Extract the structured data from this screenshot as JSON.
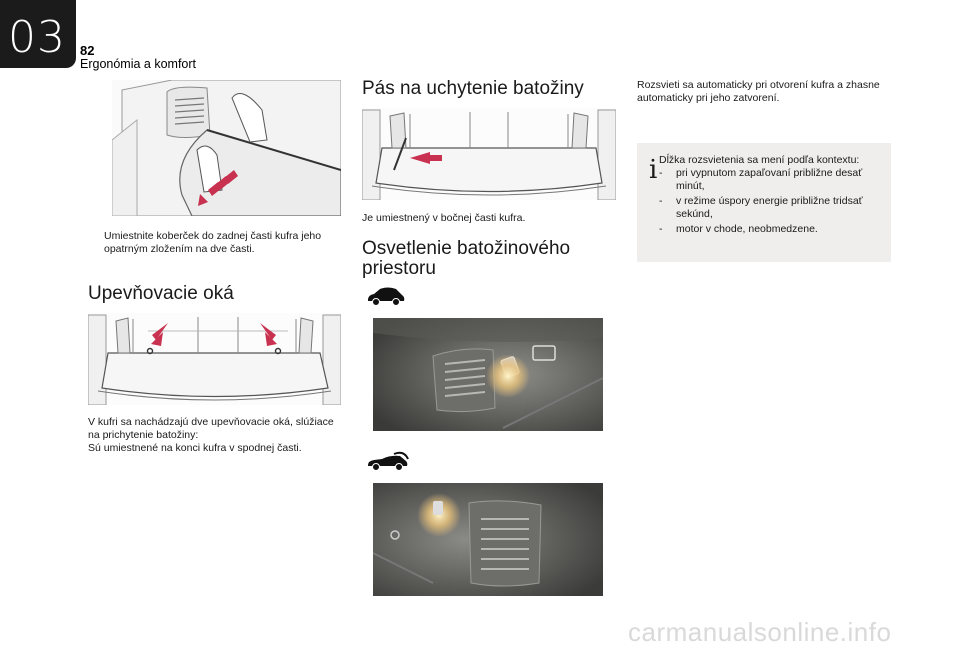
{
  "header": {
    "chapter_number": "03",
    "page_number": "82",
    "chapter_title": "Ergonómia a komfort"
  },
  "col1": {
    "step_text": "Umiestnite koberček do zadnej časti kufra jeho opatrným zložením na dve časti.",
    "section_heading": "Upevňovacie oká",
    "paragraph_1": "V kufri sa nachádzajú dve upevňovacie oká, slúžiace na prichytenie batožiny:",
    "paragraph_2": "Sú umiestnené na konci kufra v spodnej časti."
  },
  "col2": {
    "strap_heading": "Pás na uchytenie batožiny",
    "strap_text": "Je umiestnený v bočnej časti kufra.",
    "lighting_heading_line1": "Osvetlenie batožinového",
    "lighting_heading_line2": "priestoru"
  },
  "col3": {
    "intro": "Rozsvieti sa automaticky pri otvorení kufra a zhasne automaticky pri jeho zatvorení.",
    "info": {
      "heading": "Dĺžka rozsvietenia sa mení podľa kontextu:",
      "items": [
        "pri vypnutom zapaľovaní približne desať minút,",
        "v režime úspory energie približne tridsať sekúnd,",
        "motor v chode, neobmedzene."
      ]
    }
  },
  "bullet_glyph": "",
  "dash_glyph": "-",
  "info_glyph": "i",
  "watermark": "carmanualsonline.info",
  "colors": {
    "arrow": "#c8314f",
    "chapter_bg": "#1b1b1b",
    "info_bg": "#efeeec"
  }
}
